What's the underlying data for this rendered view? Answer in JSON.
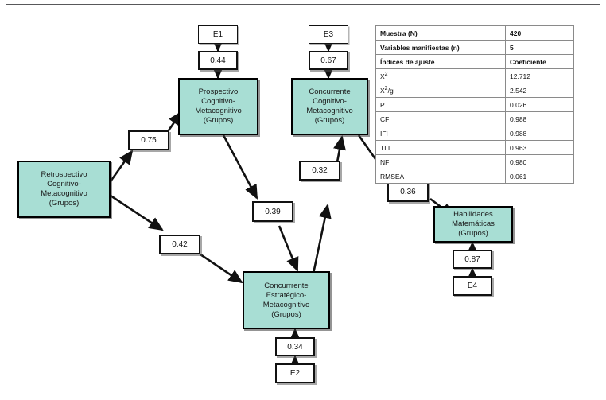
{
  "diagram": {
    "nodes": [
      {
        "id": "retrospectivo",
        "label": "Retrospectivo\nCognitivo-\nMetacognitivo\n(Grupos)"
      },
      {
        "id": "prospectivo",
        "label": "Prospectivo\nCognitivo-\nMetacognitivo\n(Grupos)"
      },
      {
        "id": "concurrente",
        "label": "Concurrente\nCognitivo-\nMetacognitivo\n(Grupos)"
      },
      {
        "id": "estrategico",
        "label": "Concurrrente\nEstratégico-\nMetacognitivo\n(Grupos)"
      },
      {
        "id": "habilidades",
        "label": "Habilidades\nMatemáticas\n(Grupos)"
      }
    ],
    "errors": [
      {
        "id": "e1",
        "label": "E1",
        "value": "0.44"
      },
      {
        "id": "e2",
        "label": "E2",
        "value": "0.34"
      },
      {
        "id": "e3",
        "label": "E3",
        "value": "0.67"
      },
      {
        "id": "e4",
        "label": "E4",
        "value": "0.87"
      }
    ],
    "coefficients": [
      {
        "id": "retro-to-prospectivo",
        "value": "0.75"
      },
      {
        "id": "retro-to-estrategico",
        "value": "0.42"
      },
      {
        "id": "prospectivo-to-estrategico",
        "value": "0.39"
      },
      {
        "id": "estrategico-to-concurrente",
        "value": "0.32"
      },
      {
        "id": "concurrente-to-habilidades",
        "value": "0.36"
      }
    ],
    "node_fill_color": "#a8ded4"
  },
  "fit_table": {
    "rows": [
      {
        "label": "Muestra (N)",
        "value": "420",
        "bold": true
      },
      {
        "label": "Variables manifiestas (n)",
        "value": "5",
        "bold": true
      },
      {
        "label": "Índices de ajuste",
        "value": "Coeficiente",
        "bold": true
      },
      {
        "label": "X²",
        "value": "12.712",
        "bold": false
      },
      {
        "label": "X²/gl",
        "value": "2.542",
        "bold": false
      },
      {
        "label": "P",
        "value": "0.026",
        "bold": false
      },
      {
        "label": "CFI",
        "value": "0.988",
        "bold": false
      },
      {
        "label": "IFI",
        "value": "0.988",
        "bold": false
      },
      {
        "label": "TLI",
        "value": "0.963",
        "bold": false
      },
      {
        "label": "NFI",
        "value": "0.980",
        "bold": false
      },
      {
        "label": "RMSEA",
        "value": "0.061",
        "bold": false
      }
    ]
  }
}
